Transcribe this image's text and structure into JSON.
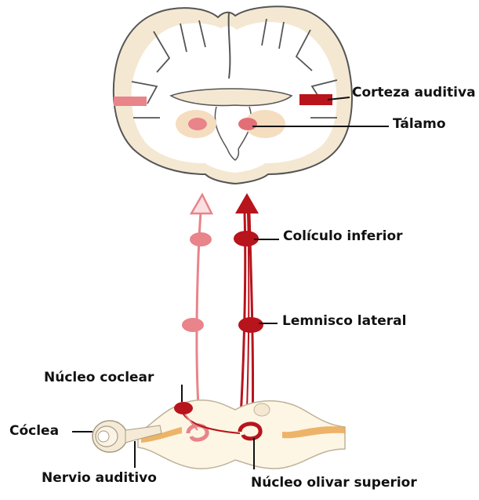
{
  "labels": {
    "auditory_cortex": "Corteza auditiva",
    "thalamus": "Tálamo",
    "inferior_colliculus": "Colículo inferior",
    "lateral_lemniscus": "Lemnisco lateral",
    "cochlear_nucleus": "Núcleo coclear",
    "cochlea": "Cóclea",
    "auditory_nerve": "Nervio auditivo",
    "superior_olivary_nucleus": "Núcleo olivar superior"
  },
  "colors": {
    "pathway_dark": "#b8141c",
    "pathway_light": "#e8848a",
    "white_matter": "#fdf6e4",
    "grey_matter": "#f3e6cf",
    "outline": "#555555",
    "nerve": "#e9a24a"
  }
}
